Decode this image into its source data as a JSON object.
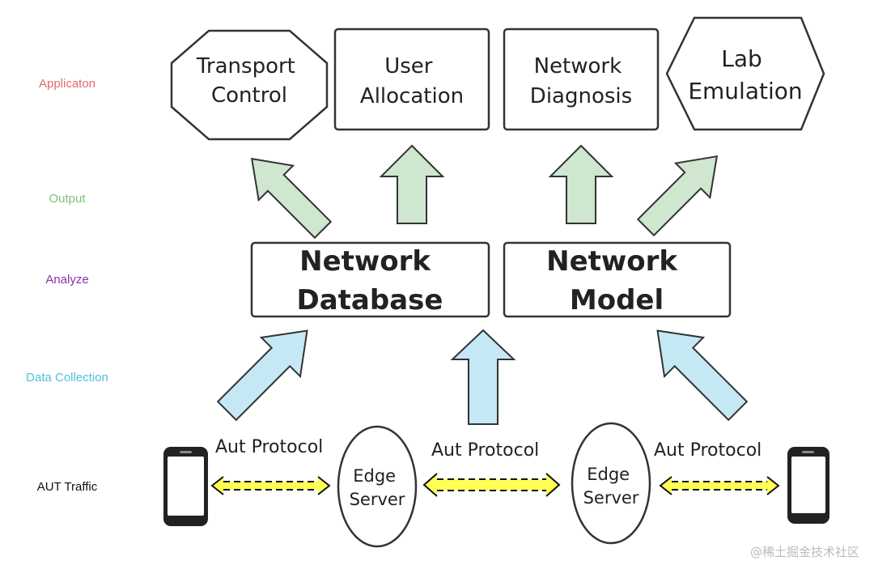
{
  "layers": {
    "application": {
      "label": "Applicaton",
      "color": "#e06c6c"
    },
    "output": {
      "label": "Output",
      "color": "#7cc07c"
    },
    "analyze": {
      "label": "Analyze",
      "color": "#8a2fb0"
    },
    "data_collection": {
      "label": "Data Collection",
      "color": "#4fc3dd"
    },
    "aut_traffic": {
      "label": "AUT Traffic",
      "color": "#111111"
    }
  },
  "applications": {
    "transport_control": [
      "Transport",
      "Control"
    ],
    "user_allocation": [
      "User",
      "Allocation"
    ],
    "network_diagnosis": [
      "Network",
      "Diagnosis"
    ],
    "lab_emulation": [
      "Lab",
      "Emulation"
    ]
  },
  "analyzers": {
    "network_database": [
      "Network",
      "Database"
    ],
    "network_model": [
      "Network",
      "Model"
    ]
  },
  "traffic": {
    "edge_server_1": [
      "Edge",
      "Server"
    ],
    "edge_server_2": [
      "Edge",
      "Server"
    ],
    "protocol_labels": [
      "Aut Protocol",
      "Aut Protocol",
      "Aut Protocol"
    ]
  },
  "colors": {
    "output_arrow_fill": "#cfe6cf",
    "collection_arrow_fill": "#c4e9f5",
    "protocol_arrow_fill": "#ffff55"
  },
  "watermark": "@稀土掘金技术社区"
}
